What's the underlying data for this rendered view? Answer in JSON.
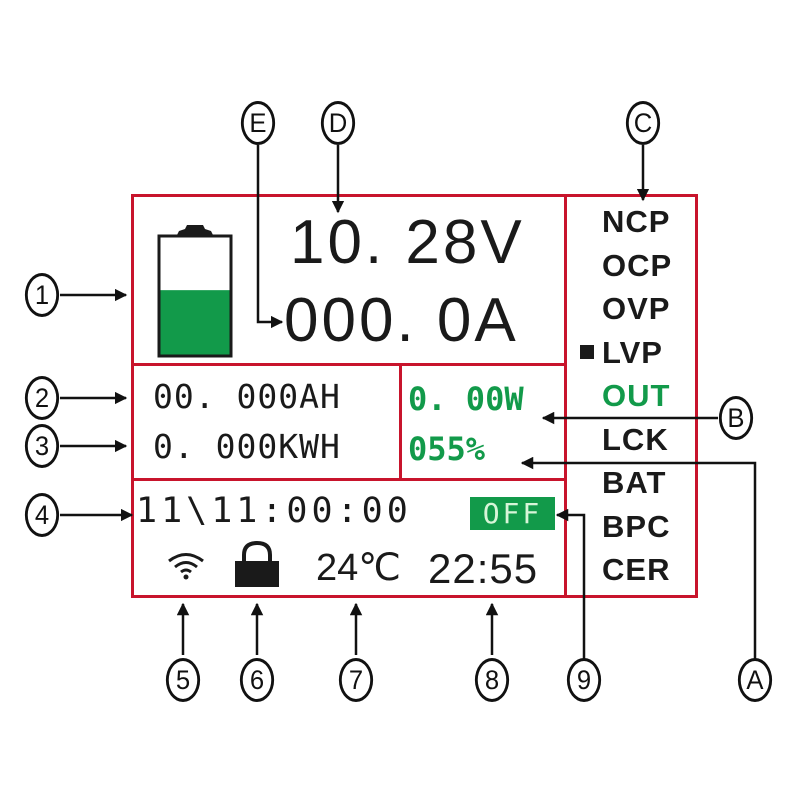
{
  "display": {
    "voltage": "10. 28V",
    "current": "000. 0A",
    "capacity_ah": "00. 000AH",
    "energy_kwh": "0. 000KWH",
    "power": "0. 00W",
    "battery_percent_text": "055%",
    "battery_level": 0.55,
    "timer": "11\\11:00:00",
    "output_state": "OFF",
    "temperature": "24℃",
    "clock": "22:55",
    "wifi_icon": "wifi-icon",
    "lock_icon": "lock-icon",
    "battery_icon": "battery-icon"
  },
  "status_flags": [
    {
      "label": "NCP",
      "active": false,
      "color": "#1a1a1a"
    },
    {
      "label": "OCP",
      "active": false,
      "color": "#1a1a1a"
    },
    {
      "label": "OVP",
      "active": false,
      "color": "#1a1a1a"
    },
    {
      "label": "LVP",
      "active": true,
      "color": "#1a1a1a"
    },
    {
      "label": "OUT",
      "active": false,
      "color": "#129a4a"
    },
    {
      "label": "LCK",
      "active": false,
      "color": "#1a1a1a"
    },
    {
      "label": "BAT",
      "active": false,
      "color": "#1a1a1a"
    },
    {
      "label": "BPC",
      "active": false,
      "color": "#1a1a1a"
    },
    {
      "label": "CER",
      "active": false,
      "color": "#1a1a1a"
    }
  ],
  "callouts": {
    "c1": "1",
    "c2": "2",
    "c3": "3",
    "c4": "4",
    "c5": "5",
    "c6": "6",
    "c7": "7",
    "c8": "8",
    "c9": "9",
    "cA": "A",
    "cB": "B",
    "cC": "C",
    "cD": "D",
    "cE": "E"
  },
  "colors": {
    "frame": "#c8142c",
    "accent_green": "#129a4a",
    "text": "#1a1a1a"
  }
}
